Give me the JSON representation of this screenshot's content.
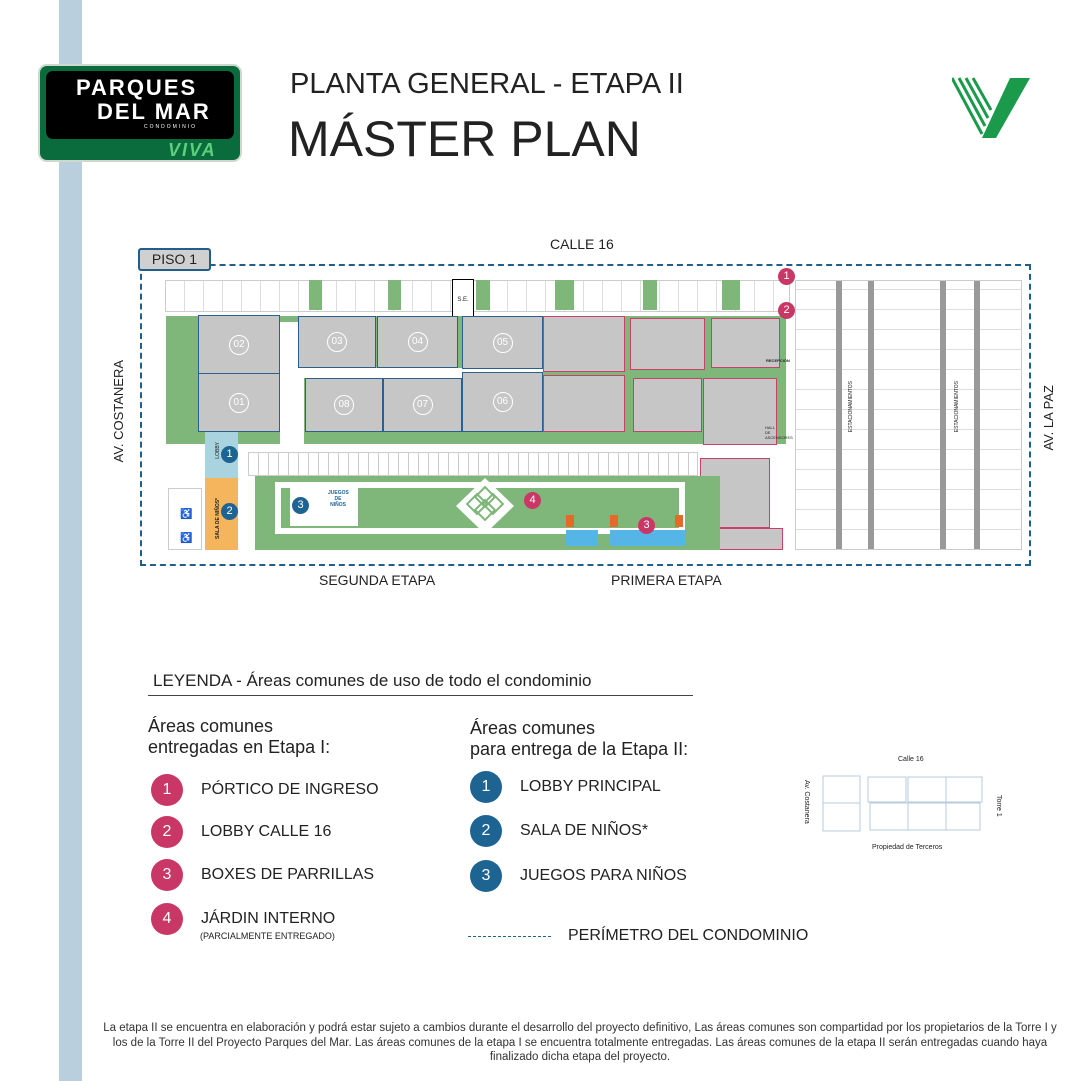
{
  "header": {
    "logo_line1": "PARQUES",
    "logo_line2": "DEL MAR",
    "logo_line3": "CONDOMINIO",
    "logo_viva": "VIVA",
    "subtitle": "PLANTA GENERAL - ETAPA II",
    "title": "MÁSTER PLAN"
  },
  "plan": {
    "floor": "PISO 1",
    "street_top": "CALLE 16",
    "street_left": "AV. COSTANERA",
    "street_right": "AV. LA PAZ",
    "stage_left": "SEGUNDA ETAPA",
    "stage_right": "PRIMERA ETAPA",
    "units": [
      "02",
      "01",
      "03",
      "04",
      "05",
      "08",
      "07",
      "06"
    ],
    "se": "S.E.",
    "lobby": "LOBBY",
    "sala": "SALA DE NIÑOS*",
    "juegos": "JUEGOS DE NIÑOS",
    "recepcion": "RECEPCIÓN",
    "hall": "HALL DE ASCENSORES",
    "parking": "ESTACIONAMIENTOS",
    "accent_pink": "#c83766",
    "accent_blue": "#1e6493"
  },
  "legend": {
    "heading": "LEYENDA  - Áreas comunes de uso de todo el condominio",
    "col1_title": [
      "Áreas comunes",
      "entregadas en Etapa I:"
    ],
    "col1": [
      {
        "n": "1",
        "label": "PÓRTICO DE INGRESO"
      },
      {
        "n": "2",
        "label": "LOBBY CALLE 16"
      },
      {
        "n": "3",
        "label": "BOXES DE PARRILLAS"
      },
      {
        "n": "4",
        "label": "JÁRDIN INTERNO",
        "note": "(PARCIALMENTE ENTREGADO)"
      }
    ],
    "col2_title": [
      "Áreas comunes",
      "para entrega de la Etapa II:"
    ],
    "col2": [
      {
        "n": "1",
        "label": "LOBBY PRINCIPAL"
      },
      {
        "n": "2",
        "label": "SALA DE NIÑOS*"
      },
      {
        "n": "3",
        "label": "JUEGOS PARA NIÑOS"
      }
    ],
    "perimeter": "PERÍMETRO DEL CONDOMINIO"
  },
  "minimap": {
    "top": "Calle 16",
    "left": "Av. Costanera",
    "right": "Torre 1",
    "bottom": "Propiedad de Terceros"
  },
  "footer": "La etapa II se encuentra en elaboración y podrá estar sujeto a cambios durante el desarrollo del proyecto definitivo, Las áreas comunes son compartidad por los propietarios de la Torre I y los de la Torre II del Proyecto Parques del Mar. Las áreas comunes de la etapa I se encuentra totalmente entregadas. Las áreas comunes de la etapa II serán entregadas cuando haya finalizado dicha etapa del proyecto."
}
